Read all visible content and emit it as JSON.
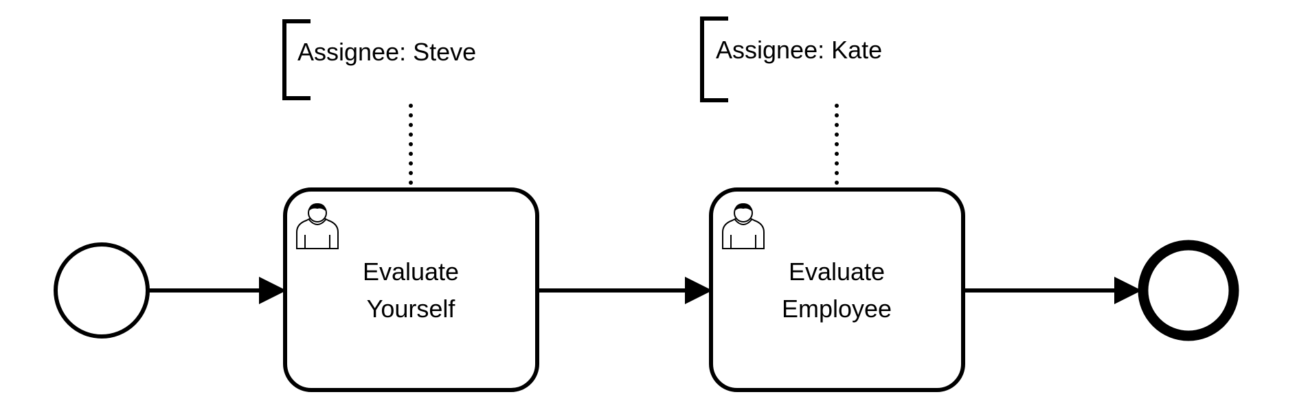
{
  "diagram": {
    "tasks": [
      {
        "id": "task-1",
        "line1": "Evaluate",
        "line2": "Yourself",
        "icon": "user-icon"
      },
      {
        "id": "task-2",
        "line1": "Evaluate",
        "line2": "Employee",
        "icon": "user-icon"
      }
    ],
    "annotations": [
      {
        "id": "annotation-1",
        "text": "Assignee: Steve"
      },
      {
        "id": "annotation-2",
        "text": "Assignee: Kate"
      }
    ],
    "events": [
      {
        "id": "start-event",
        "kind": "start"
      },
      {
        "id": "end-event",
        "kind": "end"
      }
    ],
    "colors": {
      "stroke": "#000000",
      "fill": "#ffffff"
    }
  }
}
